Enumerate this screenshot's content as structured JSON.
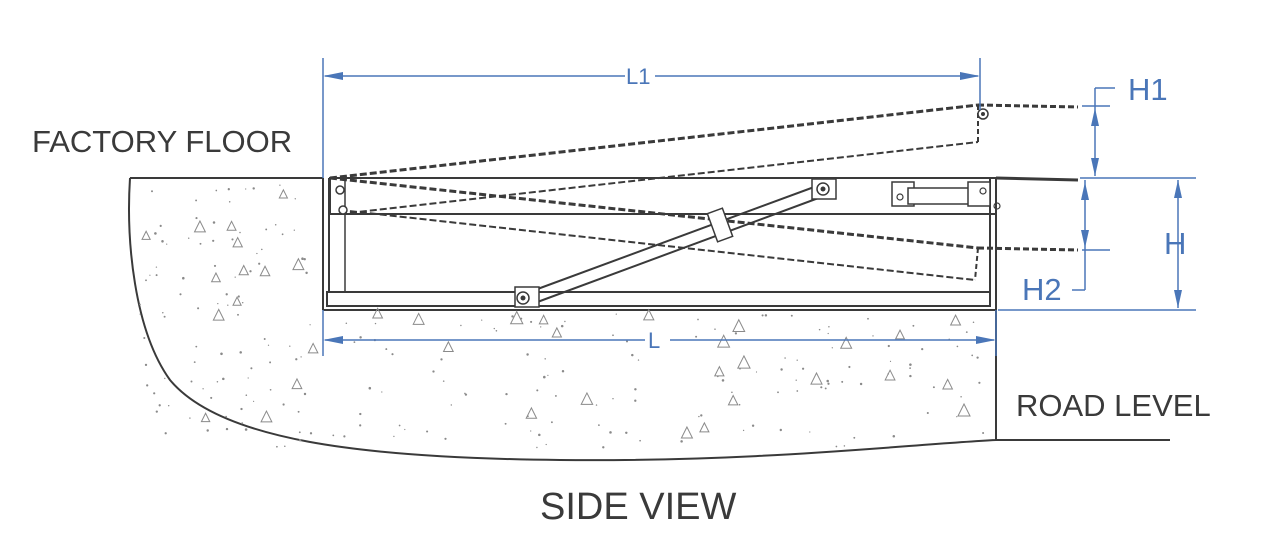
{
  "labels": {
    "factory_floor": "FACTORY FLOOR",
    "road_level": "ROAD LEVEL",
    "side_view": "SIDE VIEW"
  },
  "dimensions": {
    "l1": "L1",
    "l": "L",
    "h1": "H1",
    "h": "H",
    "h2": "H2"
  },
  "colors": {
    "line": "#3a3a3a",
    "dimension": "#4a76b8",
    "concrete_speckle": "#8a8a8a"
  }
}
